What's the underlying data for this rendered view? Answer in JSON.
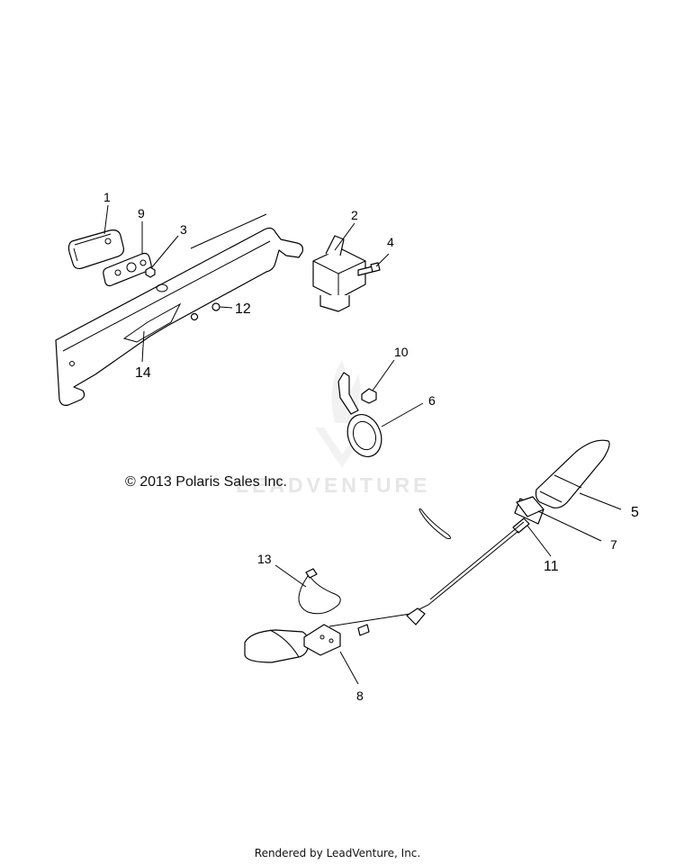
{
  "diagram": {
    "copyright": "© 2013 Polaris Sales Inc.",
    "watermark": "LEADVENTURE",
    "footer": "Rendered by LeadVenture, Inc.",
    "callouts": [
      "1",
      "2",
      "3",
      "4",
      "5",
      "6",
      "7",
      "8",
      "9",
      "10",
      "11",
      "12",
      "13",
      "14"
    ]
  }
}
